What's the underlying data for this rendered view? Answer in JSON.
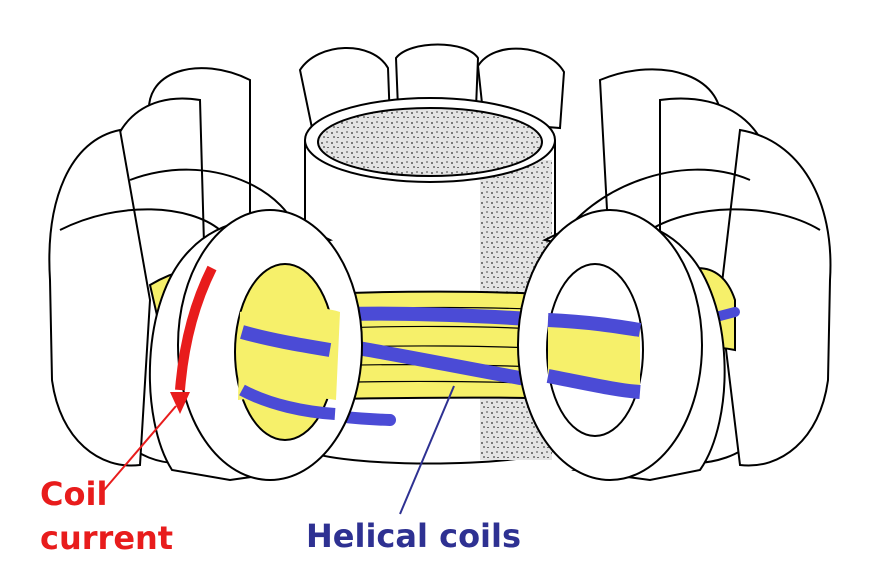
{
  "labels": {
    "coil_current_line1": "Coil",
    "coil_current_line2": "current",
    "helical_coils": "Helical coils"
  },
  "colors": {
    "coil_current": "#e81c1c",
    "helical_coils_text": "#2e3192",
    "helical_winding": "#4b4bd6",
    "plasma_tube": "#f6f06a",
    "coil_fill": "#ffffff",
    "outline": "#000000",
    "central_column_shading": "#a9a9a9"
  },
  "icons": {
    "current_direction": "arrow-down-icon"
  }
}
